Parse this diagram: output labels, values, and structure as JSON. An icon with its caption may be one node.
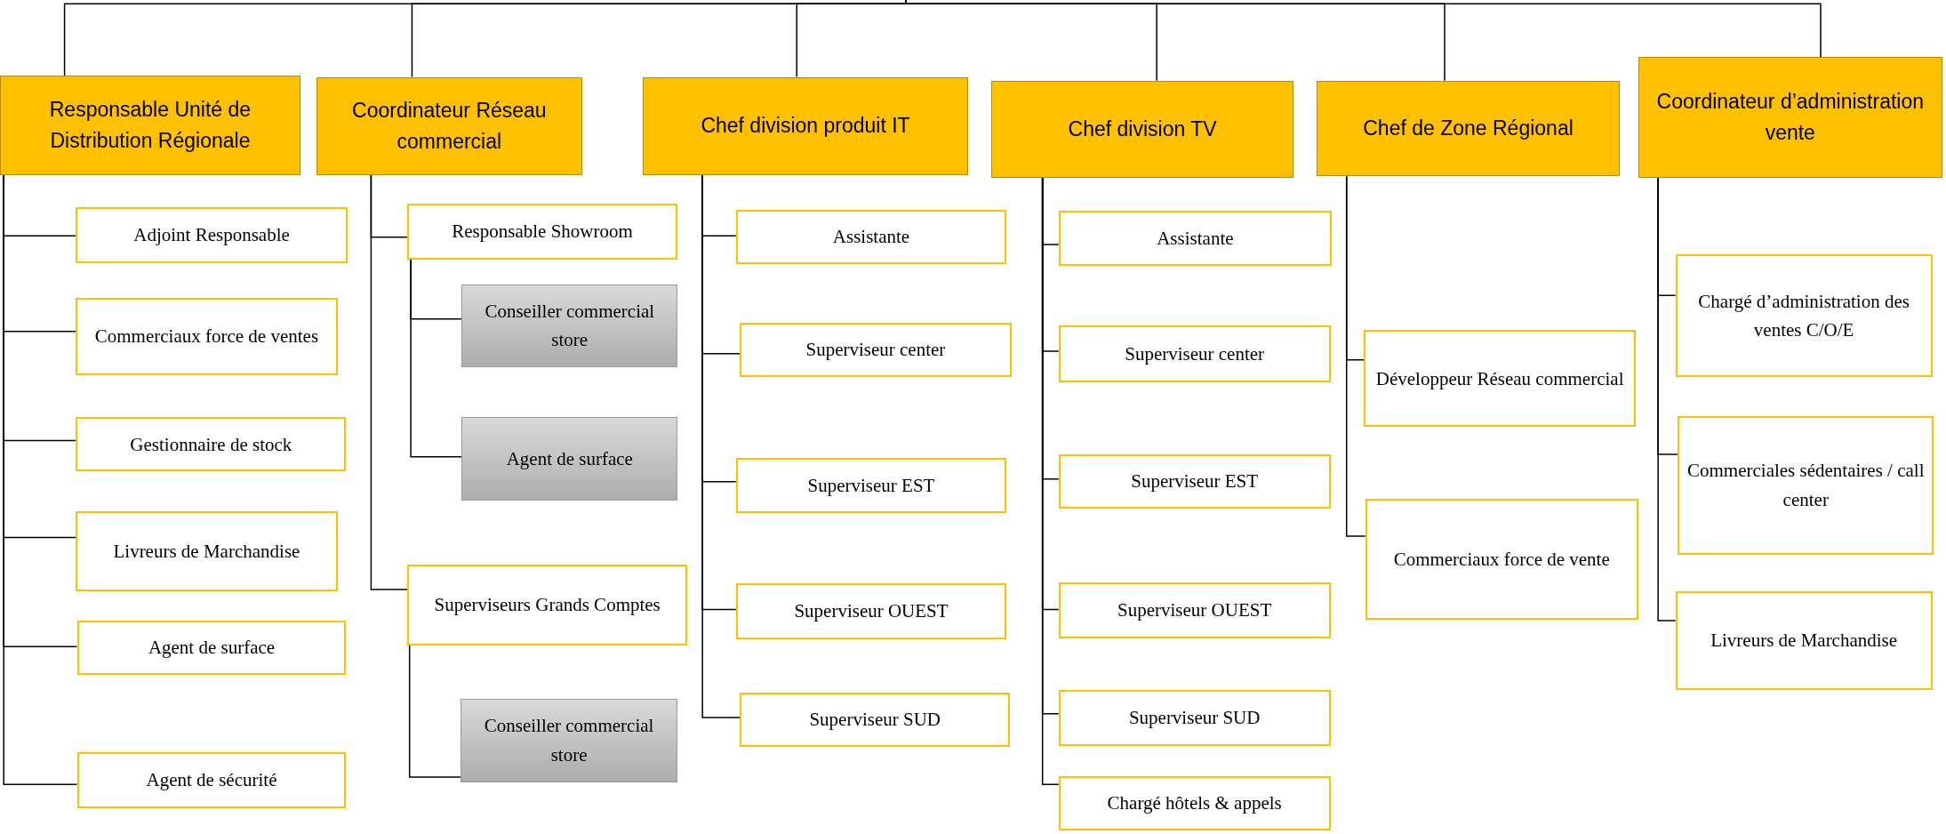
{
  "diagram": {
    "nodes": [
      {
        "text": [
          "Responsable Unité de Distribution Régionale"
        ]
      },
      {
        "text": [
          "Adjoint Responsable"
        ]
      },
      {
        "text": [
          "Commerciaux force de ventes"
        ]
      },
      {
        "text": [
          "Gestionnaire de stock"
        ]
      },
      {
        "text": [
          "Livreurs de Marchandise"
        ]
      },
      {
        "text": [
          "Agent de surface"
        ]
      },
      {
        "text": [
          "Agent de sécurité"
        ]
      },
      {
        "text": [
          "Coordinateur Réseau commercial"
        ]
      },
      {
        "text": [
          "Responsable Showroom"
        ]
      },
      {
        "text": [
          "Conseiller commercial store"
        ]
      },
      {
        "text": [
          "Agent de surface"
        ]
      },
      {
        "text": [
          "Superviseurs Grands Comptes"
        ]
      },
      {
        "text": [
          "Conseiller commercial store"
        ]
      },
      {
        "text": [
          "Chef division produit IT"
        ]
      },
      {
        "text": [
          "Assistante"
        ]
      },
      {
        "text": [
          "Superviseur center"
        ]
      },
      {
        "text": [
          "Superviseur EST"
        ]
      },
      {
        "text": [
          "Superviseur OUEST"
        ]
      },
      {
        "text": [
          "Superviseur SUD"
        ]
      },
      {
        "text": [
          "Chef division TV"
        ]
      },
      {
        "text": [
          "Assistante"
        ]
      },
      {
        "text": [
          "Superviseur center"
        ]
      },
      {
        "text": [
          "Superviseur EST"
        ]
      },
      {
        "text": [
          "Superviseur OUEST"
        ]
      },
      {
        "text": [
          "Superviseur SUD"
        ]
      },
      {
        "text": [
          "Chargé hôtels & appels"
        ]
      },
      {
        "text": [
          "Chef de Zone Régional"
        ]
      },
      {
        "text": [
          "Développeur Réseau commercial"
        ]
      },
      {
        "text": [
          "Commerciaux force de vente"
        ]
      },
      {
        "text": [
          "Coordinateur d’administration vente"
        ]
      },
      {
        "text": [
          "Chargé d’administration des ventes C/O/E"
        ]
      },
      {
        "text": [
          "Commerciales sédentaires / call center"
        ]
      },
      {
        "text": [
          "Livreurs de Marchandise"
        ]
      }
    ],
    "edges": [
      {
        "from": null,
        "to": 0,
        "arrow": "none"
      },
      {
        "from": null,
        "to": 7,
        "arrow": "none"
      },
      {
        "from": null,
        "to": 13,
        "arrow": "none"
      },
      {
        "from": null,
        "to": 19,
        "arrow": "none"
      },
      {
        "from": null,
        "to": 26,
        "arrow": "none"
      },
      {
        "from": null,
        "to": 29,
        "arrow": "none"
      },
      {
        "from": 0,
        "to": 1,
        "arrow": "none"
      },
      {
        "from": 0,
        "to": 2,
        "arrow": "none"
      },
      {
        "from": 0,
        "to": 3,
        "arrow": "none"
      },
      {
        "from": 0,
        "to": 4,
        "arrow": "none"
      },
      {
        "from": 0,
        "to": 5,
        "arrow": "none"
      },
      {
        "from": 0,
        "to": 6,
        "arrow": "none"
      },
      {
        "from": 7,
        "to": 8,
        "arrow": "none"
      },
      {
        "from": 8,
        "to": 9,
        "arrow": "none"
      },
      {
        "from": 8,
        "to": 10,
        "arrow": "none"
      },
      {
        "from": 7,
        "to": 11,
        "arrow": "none"
      },
      {
        "from": 11,
        "to": 12,
        "arrow": "none"
      },
      {
        "from": 13,
        "to": 14,
        "arrow": "none"
      },
      {
        "from": 13,
        "to": 15,
        "arrow": "none"
      },
      {
        "from": 13,
        "to": 16,
        "arrow": "none"
      },
      {
        "from": 13,
        "to": 17,
        "arrow": "none"
      },
      {
        "from": 13,
        "to": 18,
        "arrow": "none"
      },
      {
        "from": 19,
        "to": 20,
        "arrow": "none"
      },
      {
        "from": 19,
        "to": 21,
        "arrow": "none"
      },
      {
        "from": 19,
        "to": 22,
        "arrow": "none"
      },
      {
        "from": 19,
        "to": 23,
        "arrow": "none"
      },
      {
        "from": 19,
        "to": 24,
        "arrow": "none"
      },
      {
        "from": 19,
        "to": 25,
        "arrow": "none"
      },
      {
        "from": 26,
        "to": 27,
        "arrow": "none"
      },
      {
        "from": 26,
        "to": 28,
        "arrow": "none"
      },
      {
        "from": 29,
        "to": 30,
        "arrow": "none"
      },
      {
        "from": 29,
        "to": 31,
        "arrow": "none"
      },
      {
        "from": 29,
        "to": 32,
        "arrow": "none"
      }
    ]
  }
}
